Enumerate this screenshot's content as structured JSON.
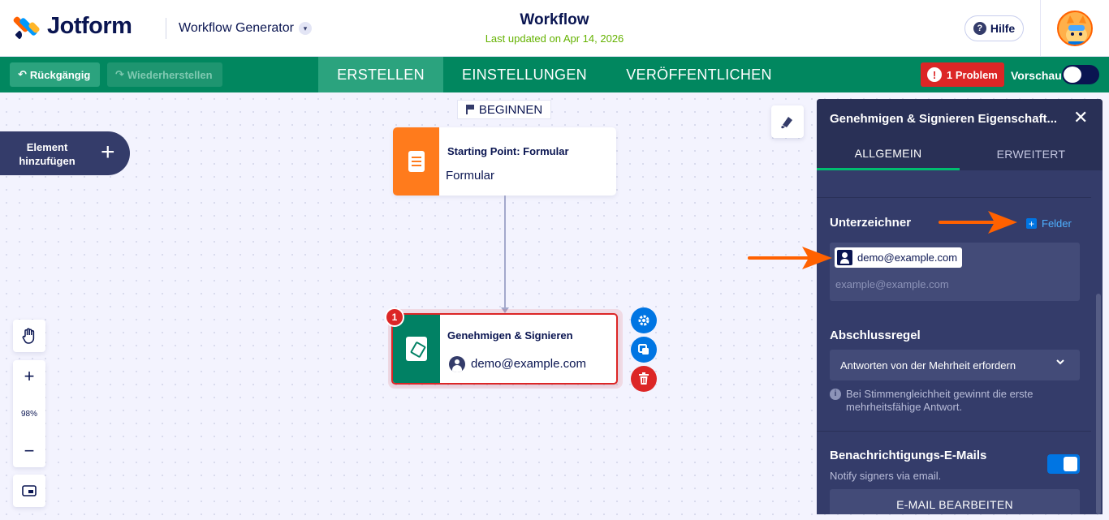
{
  "header": {
    "brand": "Jotform",
    "app_name": "Workflow Generator",
    "title": "Workflow",
    "last_updated": "Last updated on Apr 14, 2026",
    "help_label": "Hilfe"
  },
  "toolbar": {
    "undo_label": "Rückgängig",
    "redo_label": "Wiederherstellen",
    "tabs": [
      {
        "label": "ERSTELLEN",
        "active": true
      },
      {
        "label": "EINSTELLUNGEN",
        "active": false
      },
      {
        "label": "VERÖFFENTLICHEN",
        "active": false
      }
    ],
    "problem_label": "1 Problem",
    "preview_label": "Vorschau",
    "preview_on": false
  },
  "canvas": {
    "add_element_label": "Element hinzufügen",
    "begin_label": "BEGINNEN",
    "start_node": {
      "title": "Starting Point: Formular",
      "subtitle": "Formular",
      "icon": "document-icon"
    },
    "sign_node": {
      "title": "Genehmigen & Signieren",
      "assignee": "demo@example.com",
      "icon": "sign-document-icon",
      "error_count": "1"
    },
    "zoom_level": "98%"
  },
  "panel": {
    "title": "Genehmigen & Signieren Eigenschaft...",
    "tabs": [
      {
        "label": "ALLGEMEIN",
        "active": true
      },
      {
        "label": "ERWEITERT",
        "active": false
      }
    ],
    "signers_title": "Unterzeichner",
    "fields_link": "Felder",
    "signer_chip": "demo@example.com",
    "signer_placeholder": "example@example.com",
    "completion_title": "Abschlussregel",
    "completion_value": "Antworten von der Mehrheit erfordern",
    "completion_info": "Bei Stimmengleichheit gewinnt die erste mehrheitsfähige Antwort.",
    "notify_title": "Benachrichtigungs-E-Mails",
    "notify_sub": "Notify signers via email.",
    "notify_on": true,
    "edit_email_label": "E-MAIL BEARBEITEN"
  },
  "colors": {
    "brand_green": "#01875f",
    "panel_bg": "#343c6a",
    "error_red": "#dc2626",
    "accent_blue": "#0075e3",
    "annotation_orange": "#ff6100"
  }
}
